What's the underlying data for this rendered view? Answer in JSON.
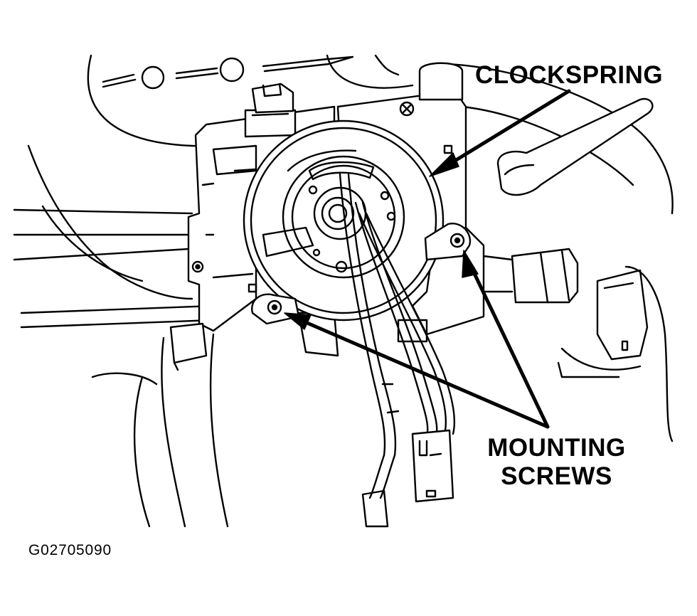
{
  "diagram": {
    "labels": {
      "clockspring": "CLOCKSPRING",
      "mounting_line1": "MOUNTING",
      "mounting_line2": "SCREWS"
    },
    "figure_id": "G02705090",
    "colors": {
      "line": "#000000",
      "fill": "#ffffff"
    }
  }
}
